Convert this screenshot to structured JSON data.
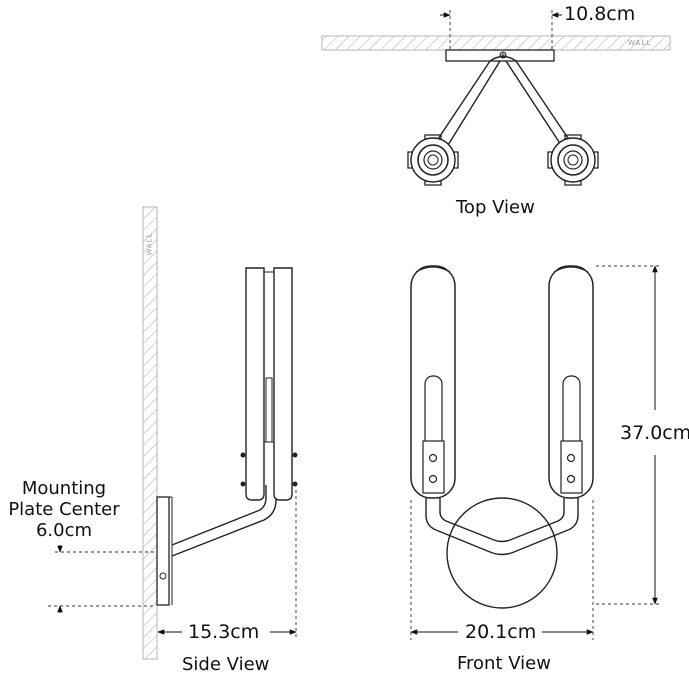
{
  "views": {
    "top": "Top View",
    "side": "Side View",
    "front": "Front View"
  },
  "dimensions": {
    "top_width": "10.8cm",
    "side_depth": "15.3cm",
    "front_width": "20.1cm",
    "front_height": "37.0cm"
  },
  "mounting": {
    "line1": "Mounting",
    "line2": "Plate Center",
    "line3": "6.0cm"
  },
  "wall_tag": "WALL"
}
